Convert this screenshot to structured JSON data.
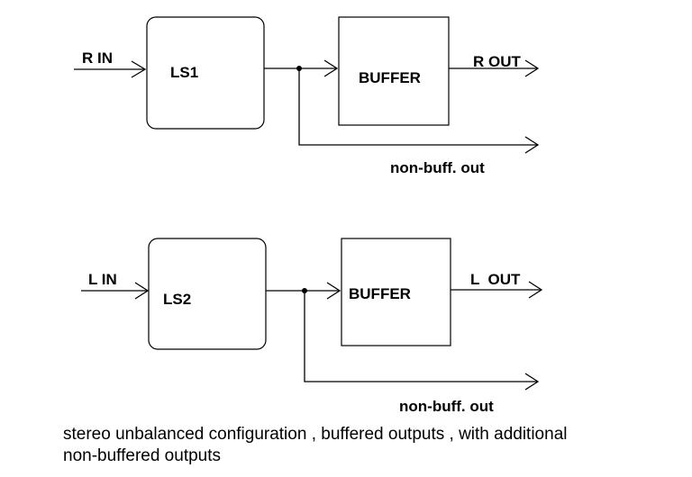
{
  "channels": [
    {
      "input_label": "R IN",
      "stage_label": "LS1",
      "buffer_label": "BUFFER",
      "output_label": "R OUT",
      "nonbuff_label": "non-buff. out"
    },
    {
      "input_label": "L IN",
      "stage_label": "LS2",
      "buffer_label": "BUFFER",
      "output_label": "L  OUT",
      "nonbuff_label": "non-buff. out"
    }
  ],
  "caption": {
    "line1": "stereo unbalanced configuration , buffered outputs , with additional",
    "line2": "non-buffered outputs"
  },
  "colors": {
    "line": "#000000",
    "background": "#ffffff"
  }
}
